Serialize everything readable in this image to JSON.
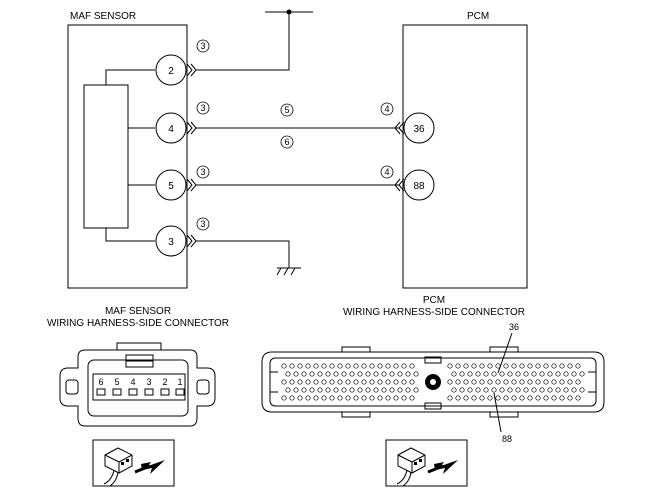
{
  "maf_sensor": {
    "title": "MAF SENSOR",
    "pins": [
      {
        "label": "2"
      },
      {
        "label": "4"
      },
      {
        "label": "5"
      },
      {
        "label": "3"
      }
    ]
  },
  "pcm": {
    "title": "PCM",
    "pins": [
      {
        "label": "36"
      },
      {
        "label": "88"
      }
    ]
  },
  "wire_markers": {
    "m3": "3",
    "m4": "4",
    "m5": "5",
    "m6": "6"
  },
  "maf_connector": {
    "title_line1": "MAF SENSOR",
    "title_line2": "WIRING HARNESS-SIDE CONNECTOR",
    "pins": [
      "6",
      "5",
      "4",
      "3",
      "2",
      "1"
    ]
  },
  "pcm_connector": {
    "title_line1": "PCM",
    "title_line2": "WIRING HARNESS-SIDE CONNECTOR",
    "callout_top": "36",
    "callout_bottom": "88"
  },
  "icons": {
    "connector_view": "connector-view-arrow-icon",
    "ground": "ground-icon"
  }
}
